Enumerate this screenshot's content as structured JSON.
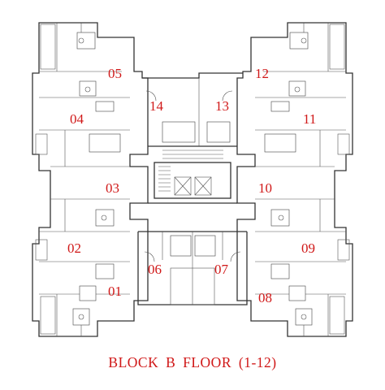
{
  "title": "BLOCK  B  FLOOR (1-12)",
  "units": {
    "u01": "01",
    "u02": "02",
    "u03": "03",
    "u04": "04",
    "u05": "05",
    "u06": "06",
    "u07": "07",
    "u08": "08",
    "u09": "09",
    "u10": "10",
    "u11": "11",
    "u12": "12",
    "u13": "13",
    "u14": "14"
  },
  "colors": {
    "label": "#d01818",
    "lines": "#333333"
  }
}
